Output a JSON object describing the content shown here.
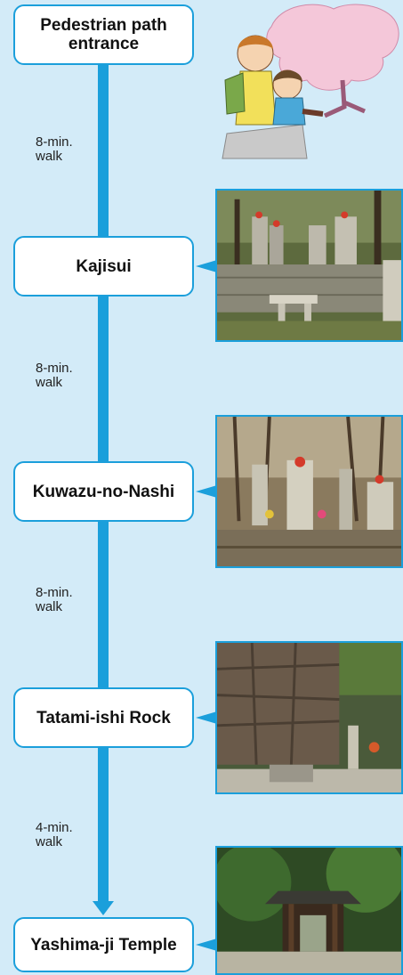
{
  "route": {
    "stops": [
      {
        "name": "Pedestrian path\nentrance"
      },
      {
        "name": "Kajisui"
      },
      {
        "name": "Kuwazu-no-Nashi"
      },
      {
        "name": "Tatami-ishi Rock"
      },
      {
        "name": "Yashima-ji Temple"
      }
    ],
    "walks": [
      {
        "time": "8-min.\nwalk"
      },
      {
        "time": "8-min.\nwalk"
      },
      {
        "time": "8-min.\nwalk"
      },
      {
        "time": "4-min.\nwalk"
      }
    ]
  },
  "colors": {
    "route_blue": "#1b9fdb",
    "background": "#d3ebf8"
  }
}
